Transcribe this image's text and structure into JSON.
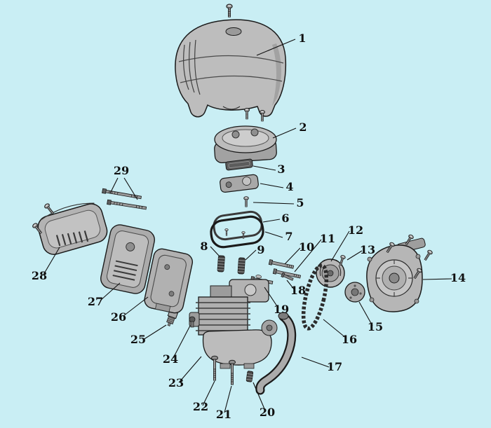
{
  "diagram": {
    "type": "exploded-parts-diagram",
    "subject": "engine-assembly",
    "colors": {
      "background": "#c9eef4",
      "ink": "#101010",
      "part_fill": "#b4b4b4",
      "part_fill_light": "#cfcfcf",
      "part_fill_dark": "#5f5f5f"
    },
    "callouts": [
      {
        "label": "1"
      },
      {
        "label": "2"
      },
      {
        "label": "3"
      },
      {
        "label": "4"
      },
      {
        "label": "5"
      },
      {
        "label": "6"
      },
      {
        "label": "7"
      },
      {
        "label": "8"
      },
      {
        "label": "9"
      },
      {
        "label": "10"
      },
      {
        "label": "11"
      },
      {
        "label": "12"
      },
      {
        "label": "13"
      },
      {
        "label": "14"
      },
      {
        "label": "15"
      },
      {
        "label": "16"
      },
      {
        "label": "17"
      },
      {
        "label": "18"
      },
      {
        "label": "19"
      },
      {
        "label": "20"
      },
      {
        "label": "21"
      },
      {
        "label": "22"
      },
      {
        "label": "23"
      },
      {
        "label": "24"
      },
      {
        "label": "25"
      },
      {
        "label": "26"
      },
      {
        "label": "27"
      },
      {
        "label": "28"
      },
      {
        "label": "29"
      }
    ]
  }
}
